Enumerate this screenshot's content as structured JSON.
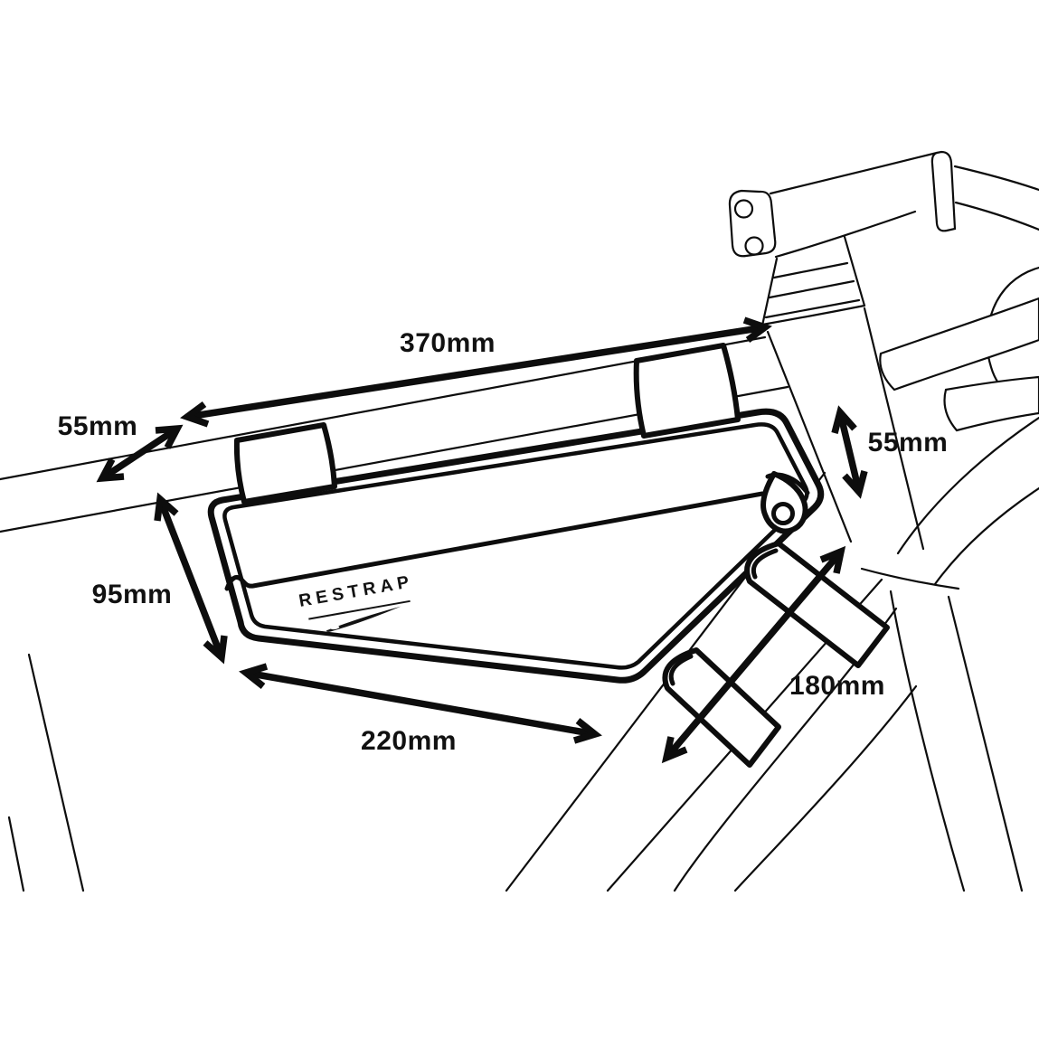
{
  "diagram": {
    "title": "frame-bag-dimension-diagram",
    "background": "#ffffff",
    "line_color": "#0d0d0d",
    "brand": {
      "logo_text": "RESTRAP",
      "icon": "needle-icon"
    },
    "dimensions": {
      "top_width": "370mm",
      "top_tube_offset": "55mm",
      "head_tube_side": "55mm",
      "left_height": "95mm",
      "bottom_width": "220mm",
      "down_tube_length": "180mm"
    }
  }
}
